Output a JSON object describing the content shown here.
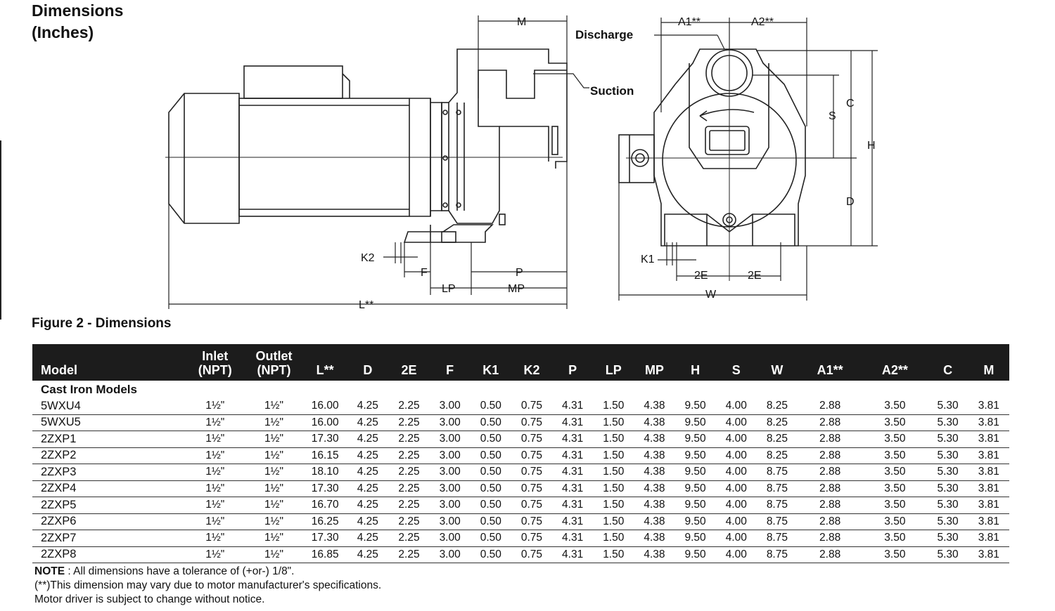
{
  "header": {
    "title_line1": "Dimensions",
    "title_line2": "(Inches)"
  },
  "drawing": {
    "side_labels": {
      "M": "M",
      "K2": "K2",
      "F": "F",
      "P": "P",
      "LP": "LP",
      "MP": "MP",
      "L": "L**"
    },
    "front_labels": {
      "A1": "A1**",
      "A2": "A2**",
      "C": "C",
      "S": "S",
      "H": "H",
      "D": "D",
      "K1": "K1",
      "2E_left": "2E",
      "2E_right": "2E",
      "W": "W"
    },
    "callouts": {
      "discharge": "Discharge",
      "suction": "Suction"
    }
  },
  "figure_caption": "Figure 2 - Dimensions",
  "table": {
    "headers": [
      {
        "line1": "",
        "line2": "Model"
      },
      {
        "line1": "Inlet",
        "line2": "(NPT)"
      },
      {
        "line1": "Outlet",
        "line2": "(NPT)"
      },
      {
        "line1": "",
        "line2": "L**"
      },
      {
        "line1": "",
        "line2": "D"
      },
      {
        "line1": "",
        "line2": "2E"
      },
      {
        "line1": "",
        "line2": "F"
      },
      {
        "line1": "",
        "line2": "K1"
      },
      {
        "line1": "",
        "line2": "K2"
      },
      {
        "line1": "",
        "line2": "P"
      },
      {
        "line1": "",
        "line2": "LP"
      },
      {
        "line1": "",
        "line2": "MP"
      },
      {
        "line1": "",
        "line2": "H"
      },
      {
        "line1": "",
        "line2": "S"
      },
      {
        "line1": "",
        "line2": "W"
      },
      {
        "line1": "",
        "line2": "A1**"
      },
      {
        "line1": "",
        "line2": "A2**"
      },
      {
        "line1": "",
        "line2": "C"
      },
      {
        "line1": "",
        "line2": "M"
      }
    ],
    "group_label": "Cast Iron Models",
    "rows": [
      [
        "5WXU4",
        "1½\"",
        "1½\"",
        "16.00",
        "4.25",
        "2.25",
        "3.00",
        "0.50",
        "0.75",
        "4.31",
        "1.50",
        "4.38",
        "9.50",
        "4.00",
        "8.25",
        "2.88",
        "3.50",
        "5.30",
        "3.81"
      ],
      [
        "5WXU5",
        "1½\"",
        "1½\"",
        "16.00",
        "4.25",
        "2.25",
        "3.00",
        "0.50",
        "0.75",
        "4.31",
        "1.50",
        "4.38",
        "9.50",
        "4.00",
        "8.25",
        "2.88",
        "3.50",
        "5.30",
        "3.81"
      ],
      [
        "2ZXP1",
        "1½\"",
        "1½\"",
        "17.30",
        "4.25",
        "2.25",
        "3.00",
        "0.50",
        "0.75",
        "4.31",
        "1.50",
        "4.38",
        "9.50",
        "4.00",
        "8.25",
        "2.88",
        "3.50",
        "5.30",
        "3.81"
      ],
      [
        "2ZXP2",
        "1½\"",
        "1½\"",
        "16.15",
        "4.25",
        "2.25",
        "3.00",
        "0.50",
        "0.75",
        "4.31",
        "1.50",
        "4.38",
        "9.50",
        "4.00",
        "8.25",
        "2.88",
        "3.50",
        "5.30",
        "3.81"
      ],
      [
        "2ZXP3",
        "1½\"",
        "1½\"",
        "18.10",
        "4.25",
        "2.25",
        "3.00",
        "0.50",
        "0.75",
        "4.31",
        "1.50",
        "4.38",
        "9.50",
        "4.00",
        "8.75",
        "2.88",
        "3.50",
        "5.30",
        "3.81"
      ],
      [
        "2ZXP4",
        "1½\"",
        "1½\"",
        "17.30",
        "4.25",
        "2.25",
        "3.00",
        "0.50",
        "0.75",
        "4.31",
        "1.50",
        "4.38",
        "9.50",
        "4.00",
        "8.75",
        "2.88",
        "3.50",
        "5.30",
        "3.81"
      ],
      [
        "2ZXP5",
        "1½\"",
        "1½\"",
        "16.70",
        "4.25",
        "2.25",
        "3.00",
        "0.50",
        "0.75",
        "4.31",
        "1.50",
        "4.38",
        "9.50",
        "4.00",
        "8.75",
        "2.88",
        "3.50",
        "5.30",
        "3.81"
      ],
      [
        "2ZXP6",
        "1½\"",
        "1½\"",
        "16.25",
        "4.25",
        "2.25",
        "3.00",
        "0.50",
        "0.75",
        "4.31",
        "1.50",
        "4.38",
        "9.50",
        "4.00",
        "8.75",
        "2.88",
        "3.50",
        "5.30",
        "3.81"
      ],
      [
        "2ZXP7",
        "1½\"",
        "1½\"",
        "17.30",
        "4.25",
        "2.25",
        "3.00",
        "0.50",
        "0.75",
        "4.31",
        "1.50",
        "4.38",
        "9.50",
        "4.00",
        "8.75",
        "2.88",
        "3.50",
        "5.30",
        "3.81"
      ],
      [
        "2ZXP8",
        "1½\"",
        "1½\"",
        "16.85",
        "4.25",
        "2.25",
        "3.00",
        "0.50",
        "0.75",
        "4.31",
        "1.50",
        "4.38",
        "9.50",
        "4.00",
        "8.75",
        "2.88",
        "3.50",
        "5.30",
        "3.81"
      ]
    ]
  },
  "notes": {
    "note_label": "NOTE",
    "note_text": " : All dimensions have a tolerance of (+or-) 1/8\".",
    "line2": "(**)This dimension may vary due to motor manufacturer's specifications.",
    "line3": "Motor driver is subject to change without notice."
  },
  "colors": {
    "header_bg": "#1c1c1c",
    "line": "#222222"
  }
}
